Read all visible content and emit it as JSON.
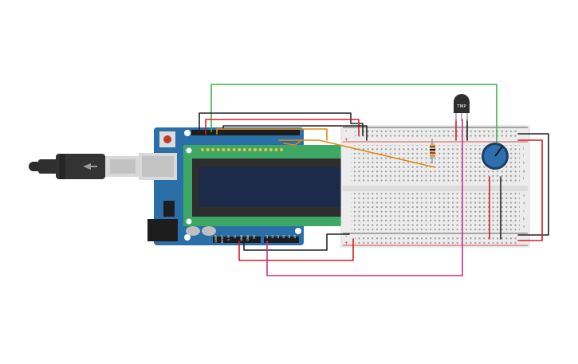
{
  "circuit": {
    "sensor": {
      "label": "TMP"
    },
    "breadboard": {
      "rail_plus": "+",
      "rail_minus": "-",
      "row_letters_top": [
        "j",
        "i",
        "h",
        "g",
        "f"
      ],
      "row_letters_bottom": [
        "e",
        "d",
        "c",
        "b",
        "a"
      ]
    },
    "arduino": {
      "analog_labels": [
        "A0",
        "A1",
        "A2",
        "A3",
        "A4",
        "A5"
      ],
      "power_labels": [
        "IOREF",
        "RESET",
        "3.3V",
        "5V",
        "GND",
        "GND",
        "Vin"
      ]
    },
    "colors": {
      "wire_green": "#3cb44b",
      "wire_black": "#222222",
      "wire_red": "#d22020",
      "wire_orange": "#e8870e",
      "wire_magenta": "#c8328c",
      "board_blue": "#2a6fa8",
      "lcd_green": "#3da863",
      "lcd_screen": "#1c2b4a",
      "breadboard": "#ececec",
      "pot_blue": "#2e6fb0"
    }
  }
}
